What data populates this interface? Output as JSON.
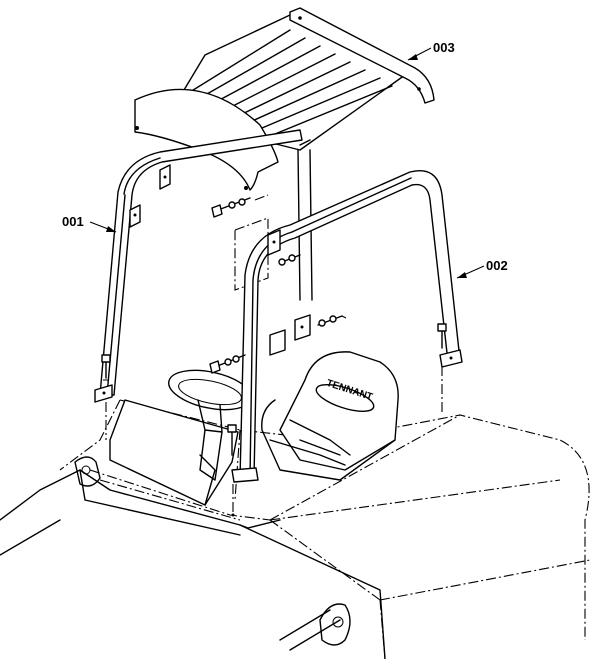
{
  "callouts": [
    {
      "id": "001",
      "label": "001"
    },
    {
      "id": "002",
      "label": "002"
    },
    {
      "id": "003",
      "label": "003"
    }
  ],
  "seat_logo": "TENNANT"
}
